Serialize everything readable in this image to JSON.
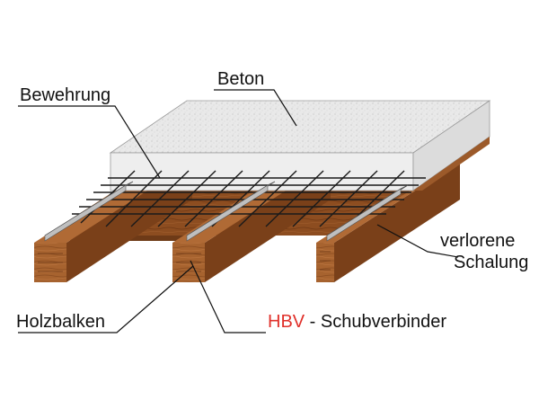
{
  "labels": {
    "beton": "Beton",
    "bewehrung": "Bewehrung",
    "verlorene_1": "verlorene",
    "verlorene_2": "Schalung",
    "holzbalken": "Holzbalken",
    "hbv": "HBV",
    "schubverbinder": " - Schubverbinder"
  },
  "colors": {
    "concrete_top": "#e8e8e8",
    "concrete_front": "#ececec",
    "wood_light": "#b5703a",
    "wood_mid": "#9c5a2a",
    "wood_dark": "#6e3a17",
    "hbv_accent": "#e0302a",
    "mesh": "#1a1a1a"
  }
}
